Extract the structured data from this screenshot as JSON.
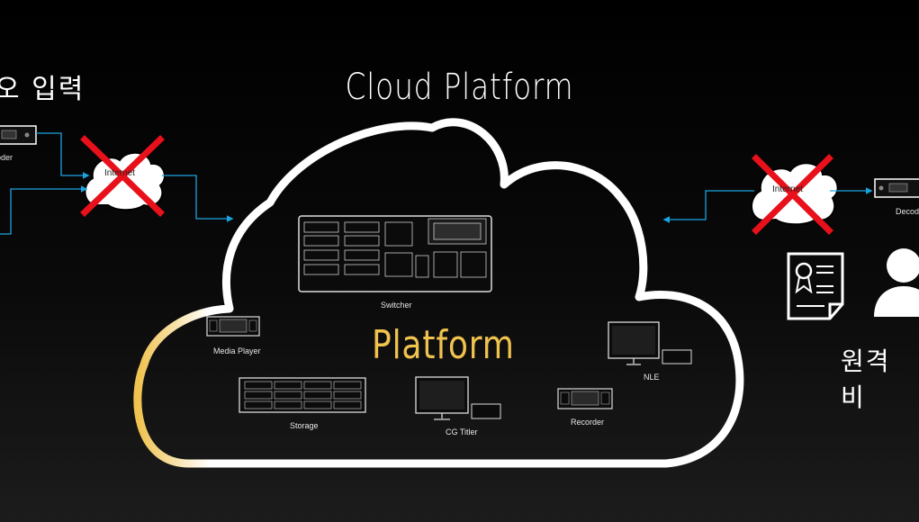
{
  "title": "Cloud Platform",
  "left_heading": "오 입력",
  "right_heading": "원격 비",
  "center_label": "Platform",
  "left_device_label": "oder",
  "right_device_label": "Decode",
  "left_cloud_label": "Internet",
  "right_cloud_label": "Internet",
  "equipment": {
    "switcher": "Switcher",
    "media_player": "Media Player",
    "storage": "Storage",
    "cg_titler": "CG Titler",
    "recorder": "Recorder",
    "nle": "NLE"
  },
  "colors": {
    "background": "#000000",
    "cloud_outline": "#ffffff",
    "accent_text": "#f0c24e",
    "arrow": "#1ba3e0",
    "cross": "#e8101a"
  }
}
